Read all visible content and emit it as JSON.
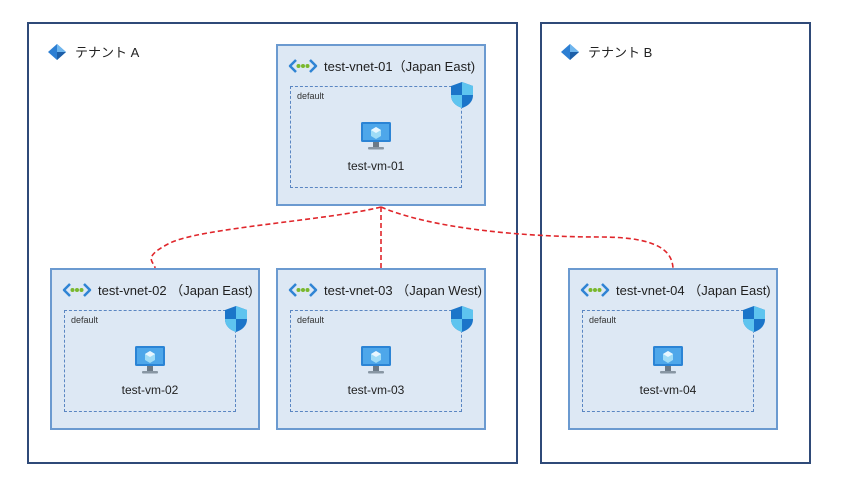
{
  "tenants": {
    "a": {
      "label": "テナント A"
    },
    "b": {
      "label": "テナント B"
    }
  },
  "vnets": [
    {
      "name": "test-vnet-01（Japan East)",
      "subnet": "default",
      "vm": "test-vm-01"
    },
    {
      "name": "test-vnet-02 （Japan East)",
      "subnet": "default",
      "vm": "test-vm-02"
    },
    {
      "name": "test-vnet-03 （Japan West)",
      "subnet": "default",
      "vm": "test-vm-03"
    },
    {
      "name": "test-vnet-04 （Japan East)",
      "subnet": "default",
      "vm": "test-vm-04"
    }
  ],
  "colors": {
    "tenant_border": "#2f4a78",
    "vnet_border": "#6b9ad0",
    "vnet_fill": "#dde8f4",
    "peering_line": "#e0262b"
  },
  "icons": {
    "tenant": "azure-ad-diamond-icon",
    "vnet": "virtual-network-icon",
    "nsg": "network-security-group-shield-icon",
    "vm": "virtual-machine-icon"
  }
}
